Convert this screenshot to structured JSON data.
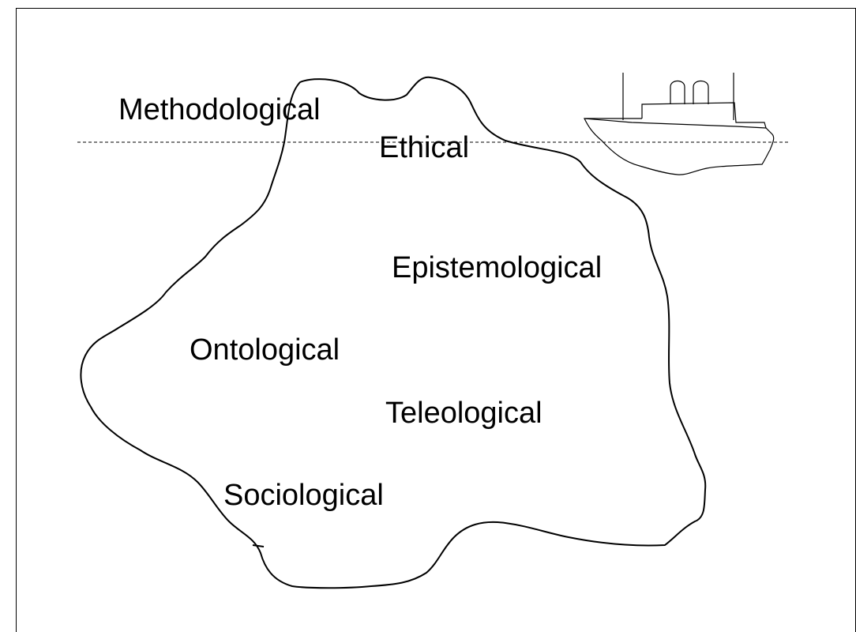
{
  "labels": {
    "methodological": "Methodological",
    "ethical": "Ethical",
    "epistemological": "Epistemological",
    "ontological": "Ontological",
    "teleological": "Teleological",
    "sociological": "Sociological"
  },
  "colors": {
    "stroke": "#000000",
    "background": "#ffffff"
  },
  "icons": {
    "ship": "ship-icon",
    "iceberg": "iceberg-outline"
  }
}
